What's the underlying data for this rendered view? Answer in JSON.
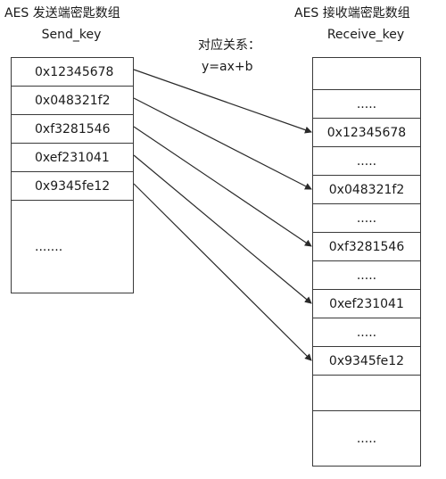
{
  "send": {
    "title": "AES 发送端密匙数组",
    "subtitle": "Send_key",
    "cells": [
      "0x12345678",
      "0x048321f2",
      "0xf3281546",
      "0xef231041",
      "0x9345fe12",
      "......."
    ]
  },
  "receive": {
    "title": "AES 接收端密匙数组",
    "subtitle": "Receive_key",
    "cells": [
      "",
      ".....",
      "0x12345678",
      ".....",
      "0x048321f2",
      ".....",
      "0xf3281546",
      ".....",
      "0xef231041",
      ".....",
      "0x9345fe12",
      "",
      "....."
    ]
  },
  "relation": {
    "label": "对应关系：",
    "formula": "y=ax+b"
  },
  "links": [
    {
      "from": 0,
      "to": 2
    },
    {
      "from": 1,
      "to": 4
    },
    {
      "from": 2,
      "to": 6
    },
    {
      "from": 3,
      "to": 8
    },
    {
      "from": 4,
      "to": 10
    }
  ],
  "colors": {
    "line": "#2a2a2a",
    "border": "#3a3a3a"
  }
}
